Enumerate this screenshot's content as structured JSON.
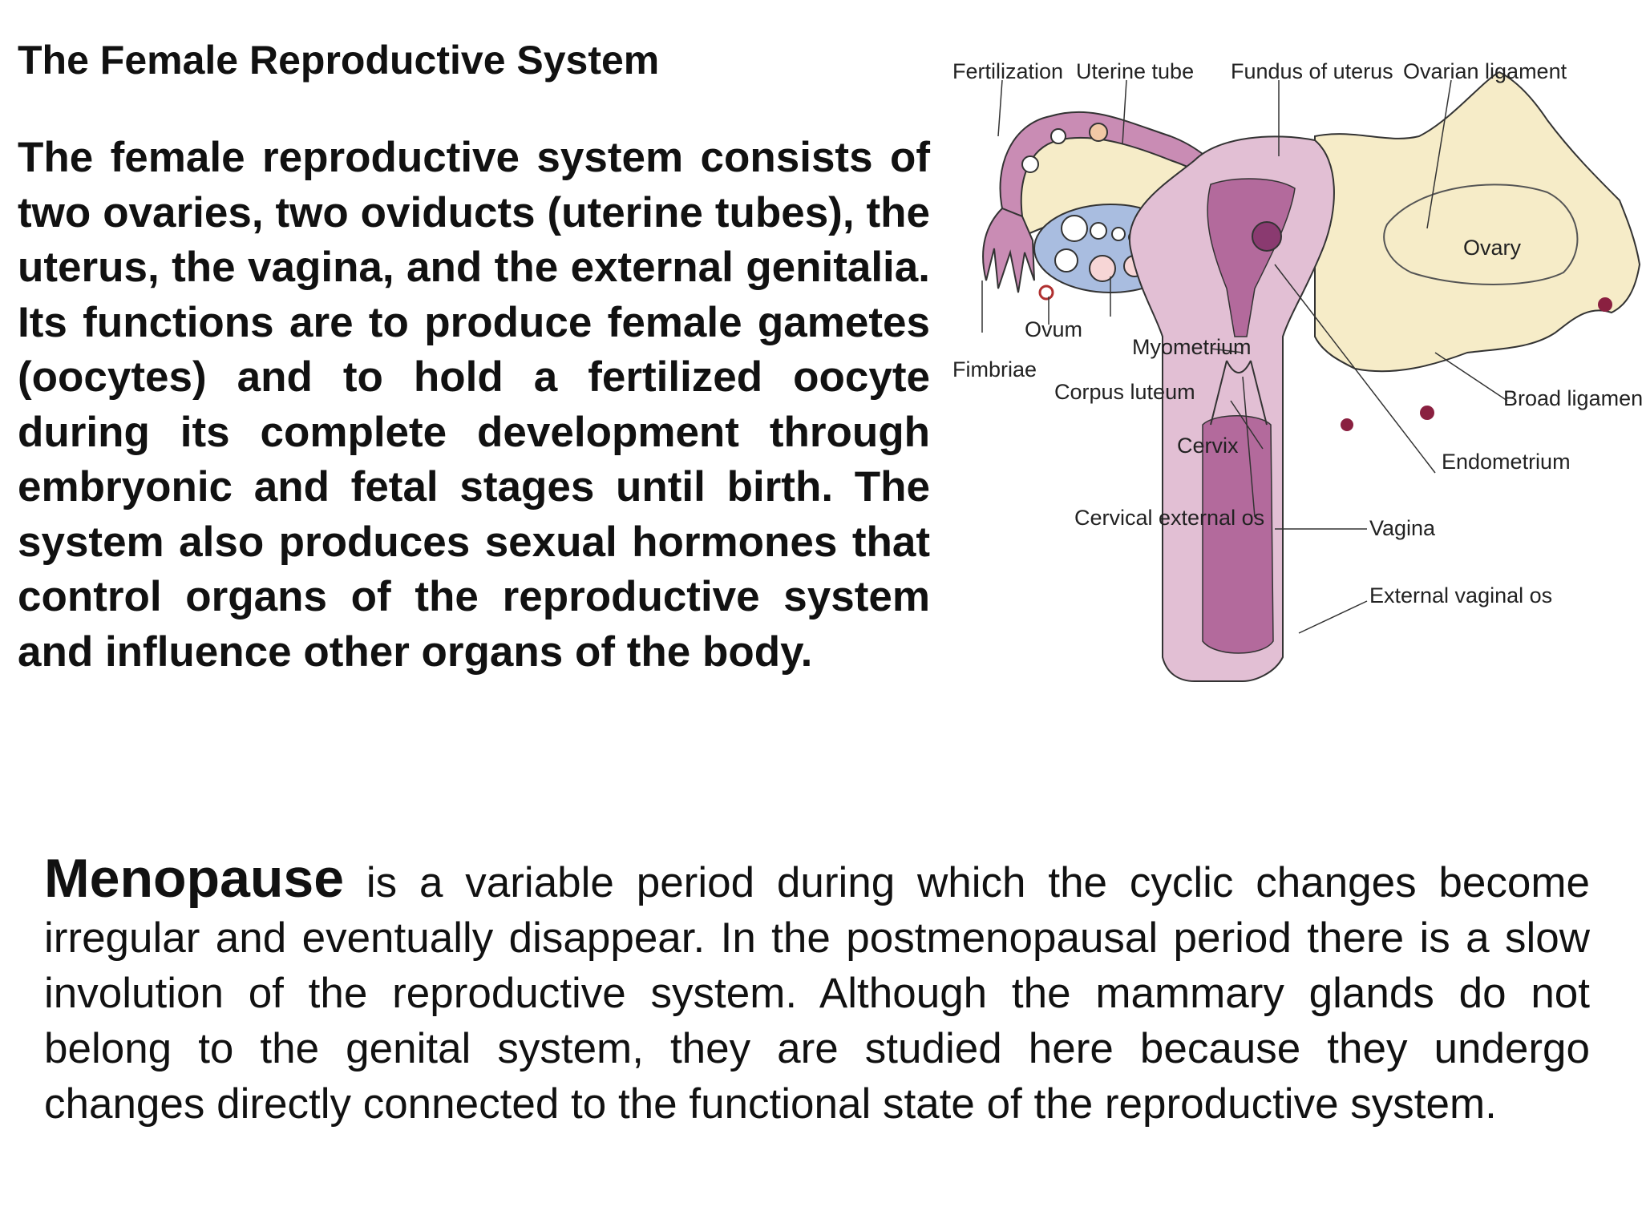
{
  "header": {
    "title": "The Female Reproductive System"
  },
  "intro": {
    "text": "The female reproductive system consists of two ovaries, two oviducts (uterine tubes), the uterus, the vagina, and the external genitalia. Its functions are to produce female gametes (oocytes) and to hold a fertilized oocyte during its complete development through embryonic and fetal stages until birth. The system also produces sexual hormones that control organs of the reproductive system and influence other organs of the body."
  },
  "menopause": {
    "term": "Menopause",
    "text": " is a variable period during which the cyclic changes become irregular and eventually disappear. In the postmenopausal period there is a slow involution of the reproductive system. Although the mammary glands do not belong to the genital system, they are studied here because they undergo changes directly connected to the functional state of the reproductive system."
  },
  "diagram": {
    "labels": {
      "fertilization": "Fertilization",
      "uterine_tube": "Uterine tube",
      "fundus": "Fundus of uterus",
      "ovarian_ligament": "Ovarian ligament",
      "ovary": "Ovary",
      "ovum": "Ovum",
      "myometrium": "Myometrium",
      "fimbriae": "Fimbriae",
      "corpus_luteum": "Corpus luteum",
      "broad_ligament": "Broad ligament",
      "cervix": "Cervix",
      "endometrium": "Endometrium",
      "cervical_external_os": "Cervical external os",
      "vagina": "Vagina",
      "external_vaginal_os": "External vaginal os"
    },
    "colors": {
      "tube": "#c98cb4",
      "uterus_wall": "#e2bfd4",
      "cavity": "#b36a9c",
      "ligament": "#f6ecc8",
      "ovary_follicles": "#a9bde0",
      "outline": "#333333"
    }
  }
}
